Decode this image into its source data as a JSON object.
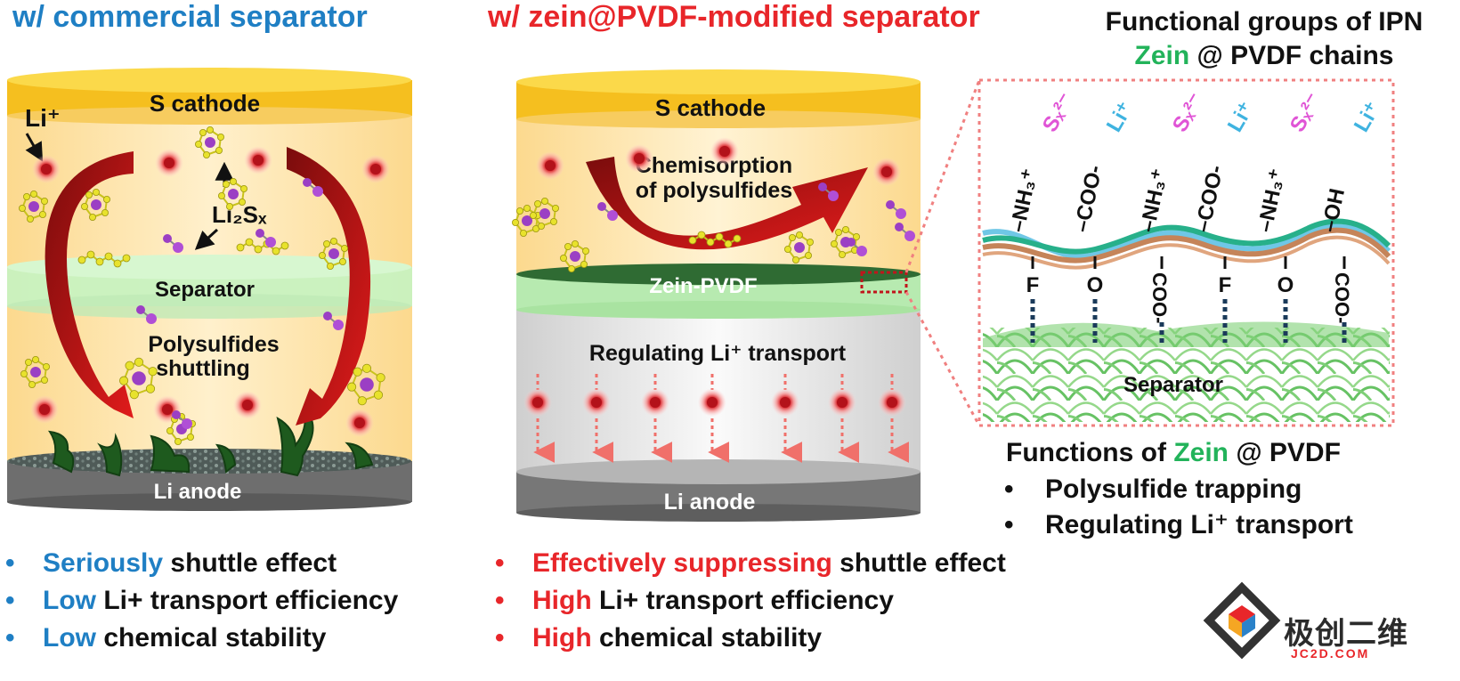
{
  "left_panel": {
    "heading": "w/ commercial separator",
    "cathode": "S cathode",
    "li_ion": "Li⁺",
    "species": "Li₂Sₓ",
    "separator": "Separator",
    "shuttle_1": "Polysulfides",
    "shuttle_2": "shuttling",
    "anode": "Li anode",
    "bullets": [
      {
        "hl": "Seriously",
        "rest": " shuttle effect"
      },
      {
        "hl": "Low",
        "rest": " Li+ transport efficiency"
      },
      {
        "hl": "Low",
        "rest": " chemical stability"
      }
    ]
  },
  "middle_panel": {
    "heading": "w/ zein@PVDF-modified separator",
    "cathode": "S cathode",
    "chemisorption_1": "Chemisorption",
    "chemisorption_2": "of polysulfides",
    "layer": "Zein-PVDF",
    "transport": "Regulating Li⁺ transport",
    "anode": "Li anode",
    "bullets": [
      {
        "hl": "Effectively suppressing",
        "rest": " shuttle effect"
      },
      {
        "hl": "High",
        "rest": " Li+ transport efficiency"
      },
      {
        "hl": "High",
        "rest": " chemical stability"
      }
    ]
  },
  "right_panel": {
    "title_line1": "Functional groups  of IPN",
    "title_zein": "Zein",
    "title_rest": " @ PVDF chains",
    "groups_top": [
      {
        "label": "–NH₃⁺",
        "ion": "Sₓ²⁻"
      },
      {
        "label": "–COO-",
        "ion": "Li⁺"
      },
      {
        "label": "–NH₃⁺",
        "ion": "Sₓ²⁻"
      },
      {
        "label": "–COO-",
        "ion": "Li⁺"
      },
      {
        "label": "–NH₃⁺",
        "ion": "Sₓ²⁻"
      },
      {
        "label": "–OH",
        "ion": "Li⁺"
      }
    ],
    "groups_bottom": [
      "F",
      "O",
      "COO-",
      "F",
      "O",
      "COO-"
    ],
    "separator": "Separator",
    "functions_title_a": "Functions of ",
    "functions_title_zein": "Zein",
    "functions_title_b": " @ PVDF",
    "functions": [
      "Polysulfide trapping",
      "Regulating Li⁺ transport"
    ]
  },
  "logo": {
    "text": "极创二维",
    "sub": "JC2D.COM"
  },
  "colors": {
    "blue": "#1f7fc4",
    "red": "#e8262a",
    "green": "#22b35a",
    "cathode": "#f7c62a",
    "electrolyte": "#fde4b0",
    "separator": "#b8eeb4",
    "anode": "#7a7a7a",
    "polysulfide_s": "#e6e02a",
    "polysulfide_li": "#9b3fc4"
  }
}
